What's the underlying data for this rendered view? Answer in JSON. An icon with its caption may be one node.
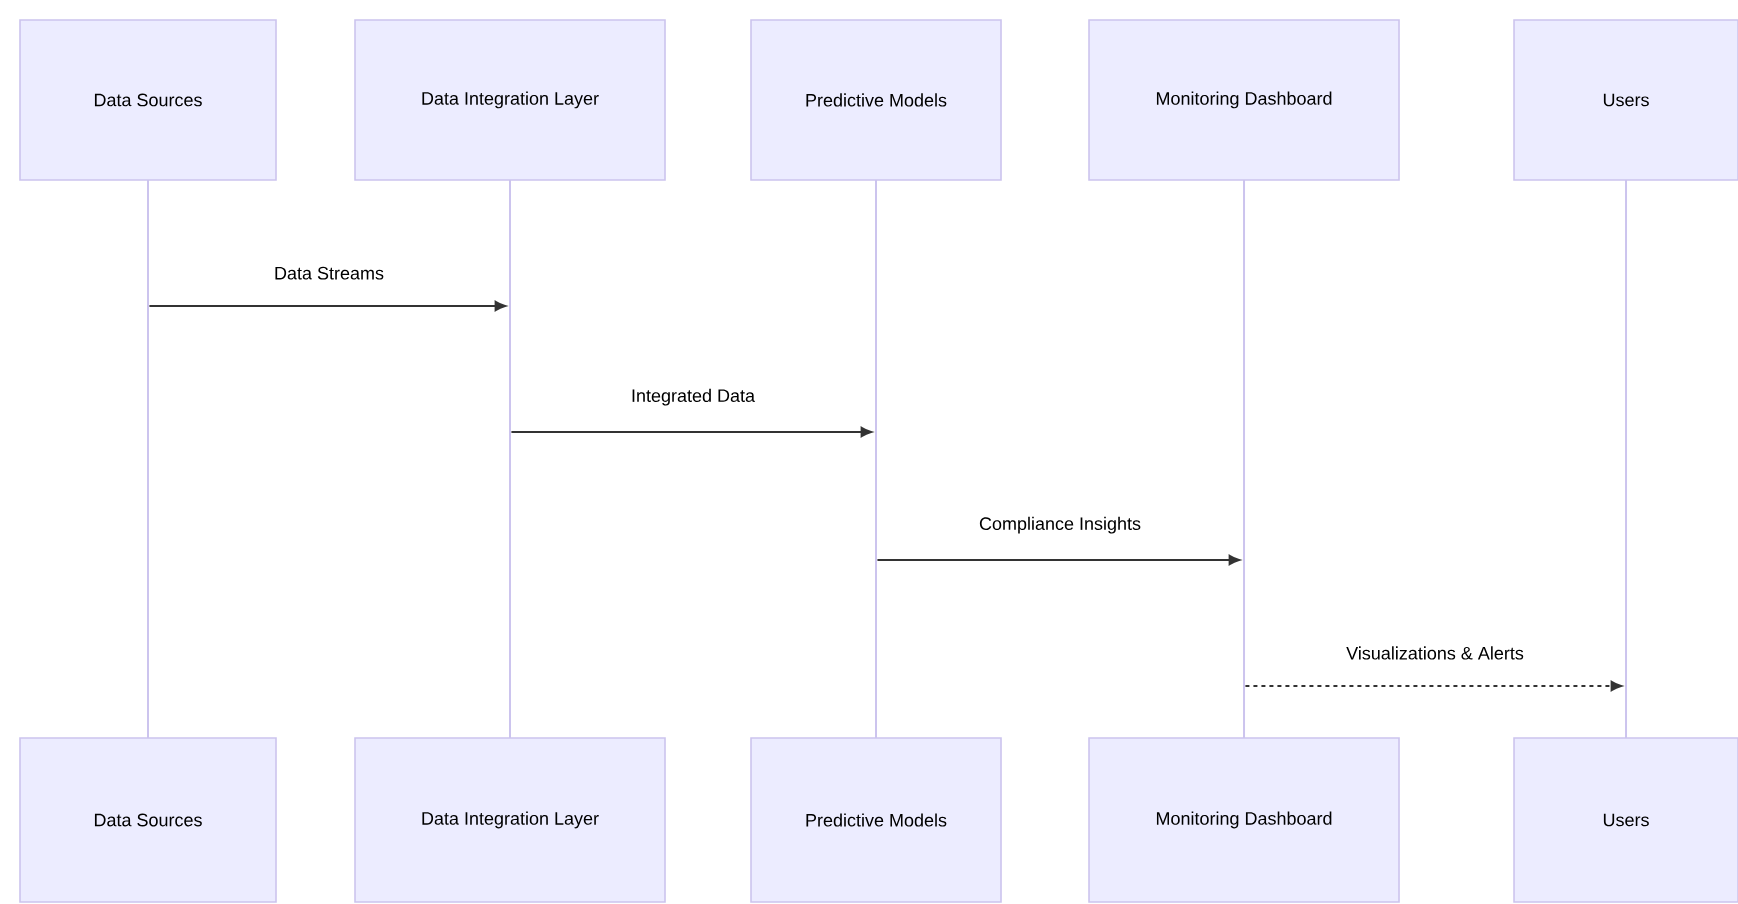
{
  "diagram": {
    "nodes": [
      {
        "text": [
          "Data Sources"
        ]
      },
      {
        "text": [
          "Data Integration Layer"
        ]
      },
      {
        "text": [
          "Predictive Models"
        ]
      },
      {
        "text": [
          "Monitoring Dashboard"
        ]
      },
      {
        "text": [
          "Users"
        ]
      },
      {
        "text": [
          "Data Sources"
        ]
      },
      {
        "text": [
          "Data Integration Layer"
        ]
      },
      {
        "text": [
          "Predictive Models"
        ]
      },
      {
        "text": [
          "Monitoring Dashboard"
        ]
      },
      {
        "text": [
          "Users"
        ]
      },
      {
        "text": [],
        "shape": "bar"
      },
      {
        "text": [],
        "shape": "bar"
      },
      {
        "text": [],
        "shape": "bar"
      },
      {
        "text": [],
        "shape": "bar"
      },
      {
        "text": [],
        "shape": "bar"
      }
    ],
    "edges": [
      {
        "from": 10,
        "to": 11,
        "arrow": "to",
        "label": "Data Streams"
      },
      {
        "from": 11,
        "to": 12,
        "arrow": "to",
        "label": "Integrated Data"
      },
      {
        "from": 12,
        "to": 13,
        "arrow": "to",
        "label": "Compliance Insights"
      },
      {
        "from": 13,
        "to": 14,
        "arrow": "to",
        "label": "Visualizations & Alerts",
        "style": "dashed"
      }
    ]
  }
}
